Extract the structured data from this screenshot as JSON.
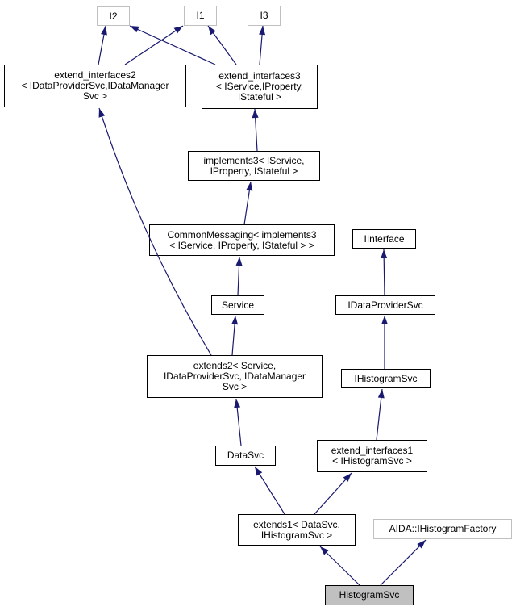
{
  "diagram": {
    "kind": "class-inheritance-graph",
    "colors": {
      "background": "#ffffff",
      "edge": "#191970",
      "node_border": "#000000",
      "external_node_border": "#c0c0c0",
      "current_node_fill": "#c0c0c0",
      "text": "#000000"
    },
    "nodes": {
      "i2": {
        "label": "I2"
      },
      "i1": {
        "label": "I1"
      },
      "i3": {
        "label": "I3"
      },
      "extend_interfaces2": {
        "label": "extend_interfaces2\n< IDataProviderSvc,IDataManager\nSvc >"
      },
      "extend_interfaces3": {
        "label": "extend_interfaces3\n< IService,IProperty,\nIStateful >"
      },
      "implements3": {
        "label": "implements3< IService,\nIProperty, IStateful >"
      },
      "common_messaging": {
        "label": "CommonMessaging< implements3\n< IService, IProperty, IStateful > >"
      },
      "iinterface": {
        "label": "IInterface"
      },
      "service": {
        "label": "Service"
      },
      "idataprovidersvc": {
        "label": "IDataProviderSvc"
      },
      "extends2": {
        "label": "extends2< Service,\nIDataProviderSvc, IDataManager\nSvc >"
      },
      "ihistogramsvc": {
        "label": "IHistogramSvc"
      },
      "datasvc": {
        "label": "DataSvc"
      },
      "extend_interfaces1": {
        "label": "extend_interfaces1\n< IHistogramSvc >"
      },
      "extends1": {
        "label": "extends1< DataSvc,\nIHistogramSvc >"
      },
      "aida_ihistogramfactory": {
        "label": "AIDA::IHistogramFactory"
      },
      "histogramsvc": {
        "label": "HistogramSvc"
      }
    },
    "edges": [
      {
        "from": "extend_interfaces2",
        "to": "I2"
      },
      {
        "from": "extend_interfaces2",
        "to": "I1"
      },
      {
        "from": "extend_interfaces3",
        "to": "I2"
      },
      {
        "from": "extend_interfaces3",
        "to": "I1"
      },
      {
        "from": "extend_interfaces3",
        "to": "I3"
      },
      {
        "from": "implements3",
        "to": "extend_interfaces3"
      },
      {
        "from": "CommonMessaging",
        "to": "implements3"
      },
      {
        "from": "Service",
        "to": "CommonMessaging"
      },
      {
        "from": "extends2",
        "to": "Service"
      },
      {
        "from": "extends2",
        "to": "extend_interfaces2"
      },
      {
        "from": "DataSvc",
        "to": "extends2"
      },
      {
        "from": "extends1",
        "to": "DataSvc"
      },
      {
        "from": "extends1",
        "to": "extend_interfaces1"
      },
      {
        "from": "extend_interfaces1",
        "to": "IHistogramSvc"
      },
      {
        "from": "IHistogramSvc",
        "to": "IDataProviderSvc"
      },
      {
        "from": "IDataProviderSvc",
        "to": "IInterface"
      },
      {
        "from": "HistogramSvc",
        "to": "extends1"
      },
      {
        "from": "HistogramSvc",
        "to": "AIDA::IHistogramFactory"
      }
    ]
  }
}
